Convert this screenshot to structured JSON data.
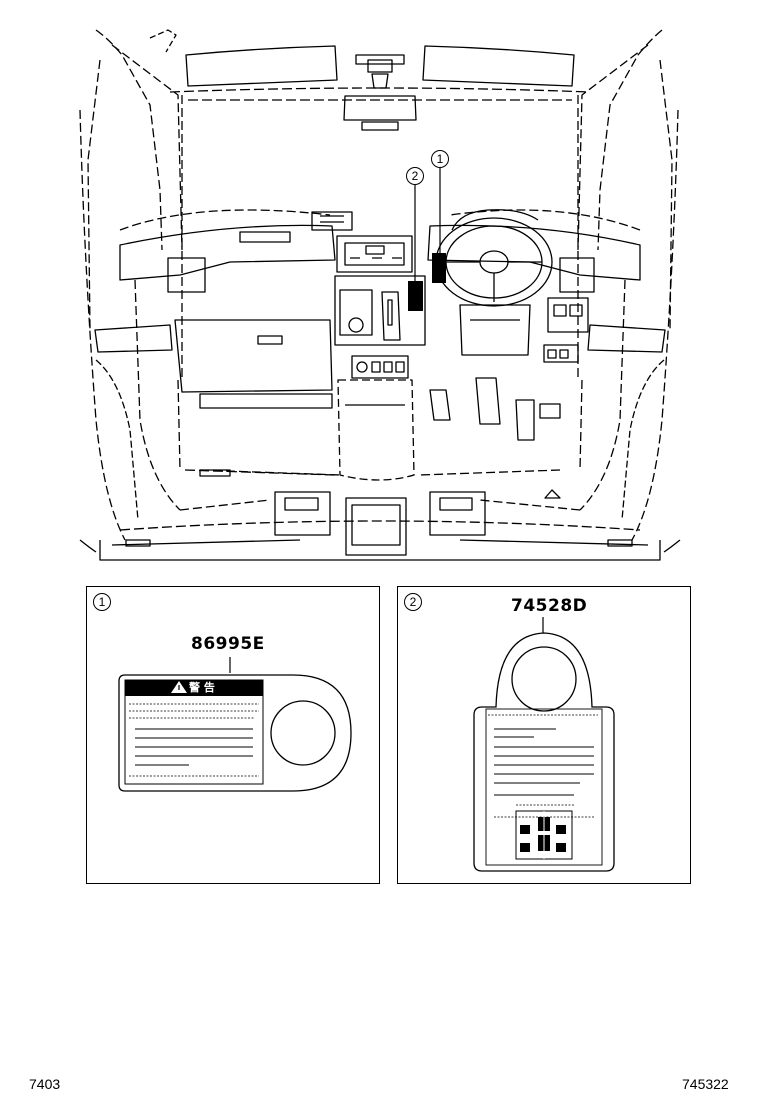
{
  "callouts": {
    "one": "1",
    "two": "2"
  },
  "panel1": {
    "index": "1",
    "part_number": "86995E",
    "warning_title": "警 告",
    "warning_icon": "warning-triangle-icon"
  },
  "panel2": {
    "index": "2",
    "part_number": "74528D"
  },
  "footer": {
    "left_code": "7403",
    "right_code": "745322"
  }
}
